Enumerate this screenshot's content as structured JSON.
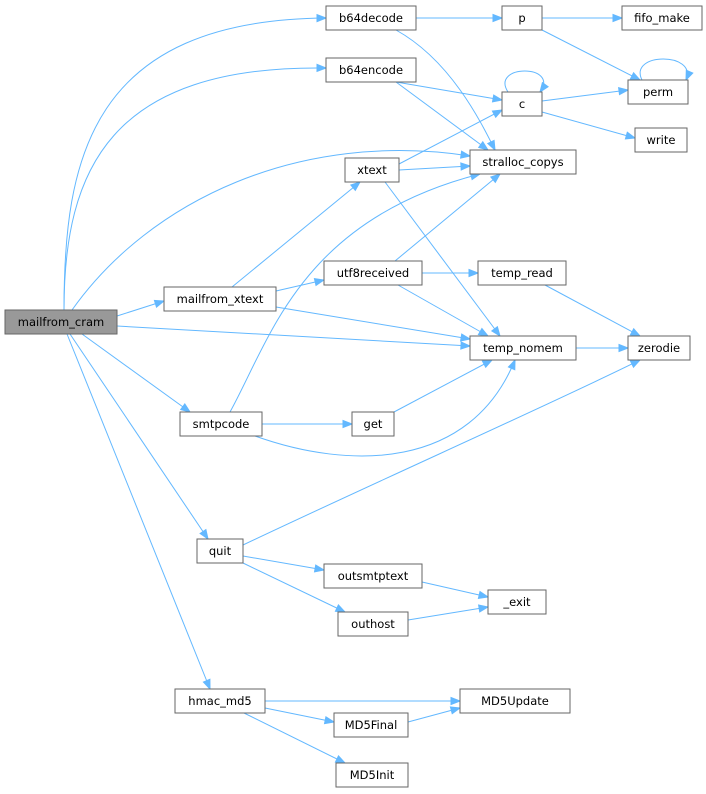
{
  "colors": {
    "edge": "#63b8ff",
    "node_fill": "#ffffff",
    "node_border": "#666666",
    "root_fill": "#999999",
    "text": "#000000"
  },
  "root": "mailfrom_cram",
  "nodes": [
    {
      "id": "mailfrom_cram",
      "label": "mailfrom_cram"
    },
    {
      "id": "b64decode",
      "label": "b64decode"
    },
    {
      "id": "b64encode",
      "label": "b64encode"
    },
    {
      "id": "p",
      "label": "p"
    },
    {
      "id": "fifo_make",
      "label": "fifo_make"
    },
    {
      "id": "c",
      "label": "c"
    },
    {
      "id": "perm",
      "label": "perm"
    },
    {
      "id": "write",
      "label": "write"
    },
    {
      "id": "stralloc_copys",
      "label": "stralloc_copys"
    },
    {
      "id": "xtext",
      "label": "xtext"
    },
    {
      "id": "mailfrom_xtext",
      "label": "mailfrom_xtext"
    },
    {
      "id": "utf8received",
      "label": "utf8received"
    },
    {
      "id": "temp_read",
      "label": "temp_read"
    },
    {
      "id": "temp_nomem",
      "label": "temp_nomem"
    },
    {
      "id": "zerodie",
      "label": "zerodie"
    },
    {
      "id": "smtpcode",
      "label": "smtpcode"
    },
    {
      "id": "get",
      "label": "get"
    },
    {
      "id": "quit",
      "label": "quit"
    },
    {
      "id": "outsmtptext",
      "label": "outsmtptext"
    },
    {
      "id": "outhost",
      "label": "outhost"
    },
    {
      "id": "_exit",
      "label": "_exit"
    },
    {
      "id": "hmac_md5",
      "label": "hmac_md5"
    },
    {
      "id": "MD5Update",
      "label": "MD5Update"
    },
    {
      "id": "MD5Final",
      "label": "MD5Final"
    },
    {
      "id": "MD5Init",
      "label": "MD5Init"
    }
  ],
  "edges": [
    {
      "from": "mailfrom_cram",
      "to": "b64decode"
    },
    {
      "from": "mailfrom_cram",
      "to": "b64encode"
    },
    {
      "from": "mailfrom_cram",
      "to": "stralloc_copys"
    },
    {
      "from": "mailfrom_cram",
      "to": "mailfrom_xtext"
    },
    {
      "from": "mailfrom_cram",
      "to": "temp_nomem"
    },
    {
      "from": "mailfrom_cram",
      "to": "smtpcode"
    },
    {
      "from": "mailfrom_cram",
      "to": "quit"
    },
    {
      "from": "mailfrom_cram",
      "to": "hmac_md5"
    },
    {
      "from": "b64decode",
      "to": "p"
    },
    {
      "from": "b64decode",
      "to": "stralloc_copys"
    },
    {
      "from": "p",
      "to": "fifo_make"
    },
    {
      "from": "p",
      "to": "perm"
    },
    {
      "from": "b64encode",
      "to": "c"
    },
    {
      "from": "b64encode",
      "to": "stralloc_copys"
    },
    {
      "from": "c",
      "to": "c"
    },
    {
      "from": "c",
      "to": "perm"
    },
    {
      "from": "c",
      "to": "write"
    },
    {
      "from": "perm",
      "to": "perm"
    },
    {
      "from": "mailfrom_xtext",
      "to": "xtext"
    },
    {
      "from": "mailfrom_xtext",
      "to": "utf8received"
    },
    {
      "from": "mailfrom_xtext",
      "to": "temp_nomem"
    },
    {
      "from": "xtext",
      "to": "c"
    },
    {
      "from": "xtext",
      "to": "stralloc_copys"
    },
    {
      "from": "xtext",
      "to": "temp_nomem"
    },
    {
      "from": "utf8received",
      "to": "stralloc_copys"
    },
    {
      "from": "utf8received",
      "to": "temp_read"
    },
    {
      "from": "utf8received",
      "to": "temp_nomem"
    },
    {
      "from": "temp_read",
      "to": "zerodie"
    },
    {
      "from": "temp_nomem",
      "to": "zerodie"
    },
    {
      "from": "smtpcode",
      "to": "stralloc_copys"
    },
    {
      "from": "smtpcode",
      "to": "get"
    },
    {
      "from": "smtpcode",
      "to": "temp_nomem"
    },
    {
      "from": "get",
      "to": "temp_nomem"
    },
    {
      "from": "quit",
      "to": "zerodie"
    },
    {
      "from": "quit",
      "to": "outsmtptext"
    },
    {
      "from": "quit",
      "to": "outhost"
    },
    {
      "from": "outsmtptext",
      "to": "_exit"
    },
    {
      "from": "outhost",
      "to": "_exit"
    },
    {
      "from": "hmac_md5",
      "to": "MD5Update"
    },
    {
      "from": "hmac_md5",
      "to": "MD5Final"
    },
    {
      "from": "hmac_md5",
      "to": "MD5Init"
    },
    {
      "from": "MD5Final",
      "to": "MD5Update"
    }
  ]
}
